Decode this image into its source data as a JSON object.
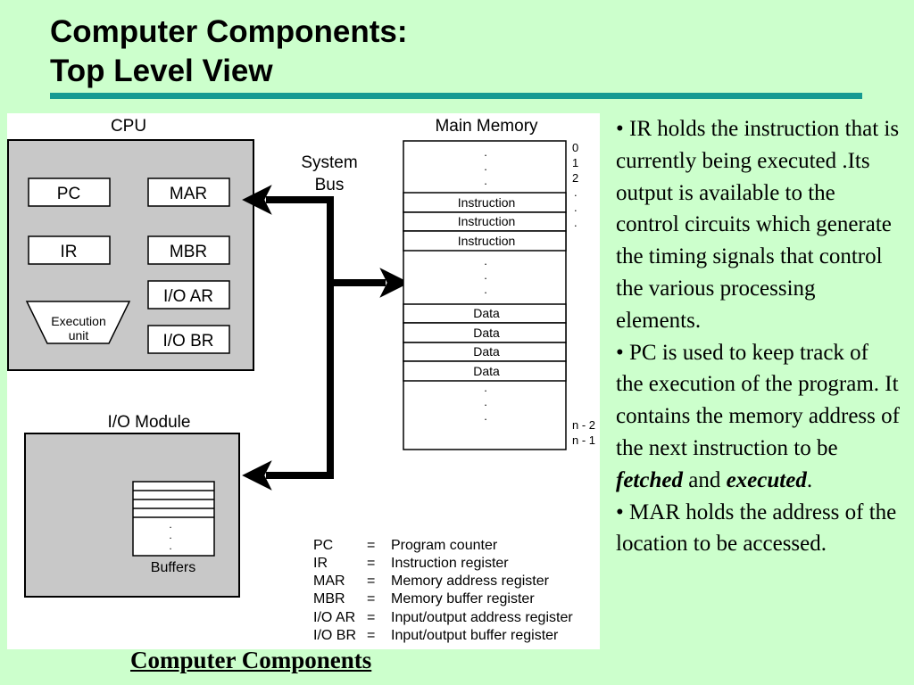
{
  "title": {
    "line1": "Computer Components:",
    "line2": "Top Level View"
  },
  "diagram": {
    "cpu": {
      "label": "CPU",
      "registers": [
        "PC",
        "MAR",
        "IR",
        "MBR",
        "I/O AR",
        "I/O BR"
      ],
      "execution_unit": [
        "Execution",
        "unit"
      ]
    },
    "system_bus": [
      "System",
      "Bus"
    ],
    "main_memory": {
      "label": "Main Memory",
      "address_labels_top": [
        "0",
        "1",
        "2"
      ],
      "address_labels_bottom": [
        "n - 2",
        "n - 1"
      ],
      "dots": ".",
      "instruction_rows": [
        "Instruction",
        "Instruction",
        "Instruction"
      ],
      "data_rows": [
        "Data",
        "Data",
        "Data",
        "Data"
      ]
    },
    "io_module": {
      "label": "I/O Module",
      "buffers_label": "Buffers"
    },
    "legend": [
      {
        "abbr": "PC",
        "eq": "=",
        "desc": "Program counter"
      },
      {
        "abbr": "IR",
        "eq": "=",
        "desc": "Instruction register"
      },
      {
        "abbr": "MAR",
        "eq": "=",
        "desc": "Memory address register"
      },
      {
        "abbr": "MBR",
        "eq": "=",
        "desc": "Memory buffer register"
      },
      {
        "abbr": "I/O AR",
        "eq": "=",
        "desc": "Input/output address register"
      },
      {
        "abbr": "I/O BR",
        "eq": "=",
        "desc": "Input/output buffer register"
      }
    ]
  },
  "notes": {
    "ir": "• IR holds the instruction that is currently being executed .Its output is available to the control circuits which generate the timing signals that control the various processing elements.",
    "pc_before": "• PC is used to keep track of the execution of the program. It contains the memory address of the next instruction to be ",
    "pc_fetched": "fetched",
    "pc_and": " and ",
    "pc_executed": "executed",
    "pc_end": ".",
    "mar": "• MAR holds the address of the location to be accessed."
  },
  "caption": "Computer Components"
}
